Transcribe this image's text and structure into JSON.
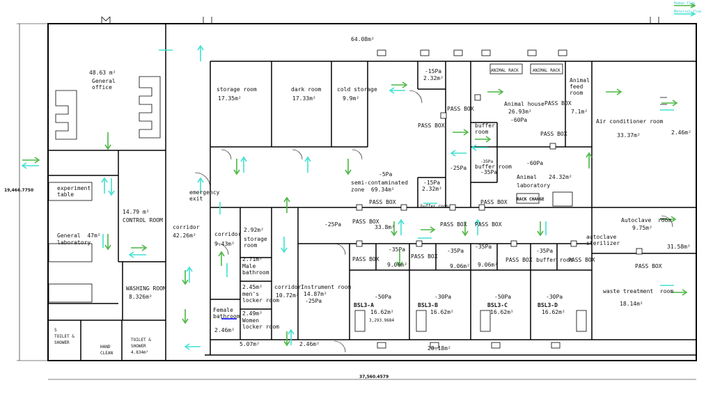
{
  "legend": {
    "flow_a": "Human flow",
    "flow_b": "Material flow"
  },
  "dimensions": {
    "height": "19,466.7750",
    "width": "37,560.4579"
  },
  "colors": {
    "wall": "#000000",
    "arrow_green": "#4bb543",
    "arrow_cyan": "#40e0d0"
  },
  "rooms": {
    "general_office": {
      "area": "48.63 m²",
      "name": "General\noffice"
    },
    "experiment_table": "experiment\ntable",
    "general_lab": {
      "name": "General  47m²",
      "sub": "laboratory"
    },
    "control_room": {
      "area": "14.79 m²",
      "name": "CONTROL ROOM"
    },
    "washing_room": {
      "name": "WASHING ROOM",
      "area": "8.326m²"
    },
    "toilet_shower_1": "S\nTOILET &\nSHOWER",
    "hand_clean": "HAND\nCLEAN",
    "toilet_shower_2": "TOILET &\nSHOWER\n4.834m²",
    "top_area": "64.08m²",
    "storage": {
      "name": "storage room",
      "area": "17.35m²"
    },
    "dark_room": {
      "name": "dark room",
      "area": "17.33m²"
    },
    "cold_storage": {
      "name": "cold storage",
      "area": "9.9m²"
    },
    "semi_contaminated": {
      "pressure": "-5Pa",
      "name": "semi-contaminated",
      "zone": "zone  69.34m²"
    },
    "small_a": {
      "pressure": "-15Pa",
      "area": "2.32m²"
    },
    "small_b": {
      "pressure": "-15Pa",
      "area": "2.32m²"
    },
    "animal_rack_1": "ANIMAL RACK",
    "animal_rack_2": "ANIMAL RACK",
    "animal_house": {
      "name": "Animal house",
      "area": "26.93m²",
      "pressure": "-60Pa"
    },
    "animal_feed": {
      "name": "Animal\nfeed\nroom",
      "area": "7.1m²"
    },
    "air_cond": {
      "name": "Air conditioner room",
      "area": "33.37m²"
    },
    "right_small_area": "2.46m²",
    "buffer_room_1": "buffer\nroom",
    "buffer_room_2": {
      "code": "-35Pa",
      "name": "buffer room",
      "pressure": "-35Pa"
    },
    "animal_lab": {
      "pressure": "-60Pa",
      "name": "Animal",
      "name2": "laboratory",
      "area": "24.32m²"
    },
    "rack_change": "RACK CHANGE",
    "pressure_25_a": "-25Pa",
    "emergency_exit": "emergency\nexit",
    "corridor_main": {
      "name": "corridor",
      "area": "42.26m²"
    },
    "corridor_small": {
      "name": "corridor",
      "area": "9.43m²"
    },
    "storage_room_small": {
      "area": "2.92m²",
      "name": "storage\nroom"
    },
    "male_bathroom": {
      "area": "2.71m²",
      "name": "Male\nbathroom"
    },
    "mens_locker": {
      "area": "2.45m²",
      "name": "men's\nlocker room"
    },
    "women_locker": {
      "area": "2.49m²",
      "name": "Women\nlocker room"
    },
    "female_bathroom": {
      "name": "Female\nbathroom",
      "area": "2.46m²"
    },
    "corridor_mid": {
      "name": "corridor",
      "area": "10.72m²"
    },
    "instrument_room": {
      "name": "Instrument room",
      "area": "14.87m²",
      "pressure": "-25Pa"
    },
    "corridor_25": {
      "pressure": "-25Pa",
      "area": "33.8m²"
    },
    "autoclave_room": {
      "name": "Autoclave  room",
      "area": "9.75m²"
    },
    "autoclave_sterilizer": "autoclave\nsterilizer",
    "right_area_2": "31.58m²",
    "waste_treatment": {
      "name": "waste treatment  room",
      "area": "18.14m²"
    },
    "bsl3_a": {
      "pressure": "-50Pa",
      "name": "BSL3-A",
      "area": "16.62m²",
      "note": "3,293.9684"
    },
    "bsl3_b": {
      "pressure": "-30Pa",
      "name": "BSL3-B",
      "area": "16.62m²"
    },
    "bsl3_c": {
      "pressure": "-50Pa",
      "name": "BSL3-C",
      "area": "16.62m²"
    },
    "bsl3_d": {
      "pressure": "-30Pa",
      "name": "BSL3-D",
      "area": "16.62m²"
    },
    "buffer_35_a": {
      "pressure": "-35Pa",
      "area": "9.06m²"
    },
    "buffer_35_b": {
      "pressure": "-35Pa",
      "area": "9.06m²"
    },
    "buffer_35_c": {
      "pressure": "-35Pa",
      "area": "9.06m²"
    },
    "buffer_35_d": {
      "pressure": "-35Pa",
      "name": "buffer room"
    },
    "bottom_507": "5.07m²",
    "bottom_246": "2.46m²",
    "bottom_2818": "28.18m²",
    "buffer_mid": "buffer room"
  },
  "pass_box": "PASS BOX"
}
